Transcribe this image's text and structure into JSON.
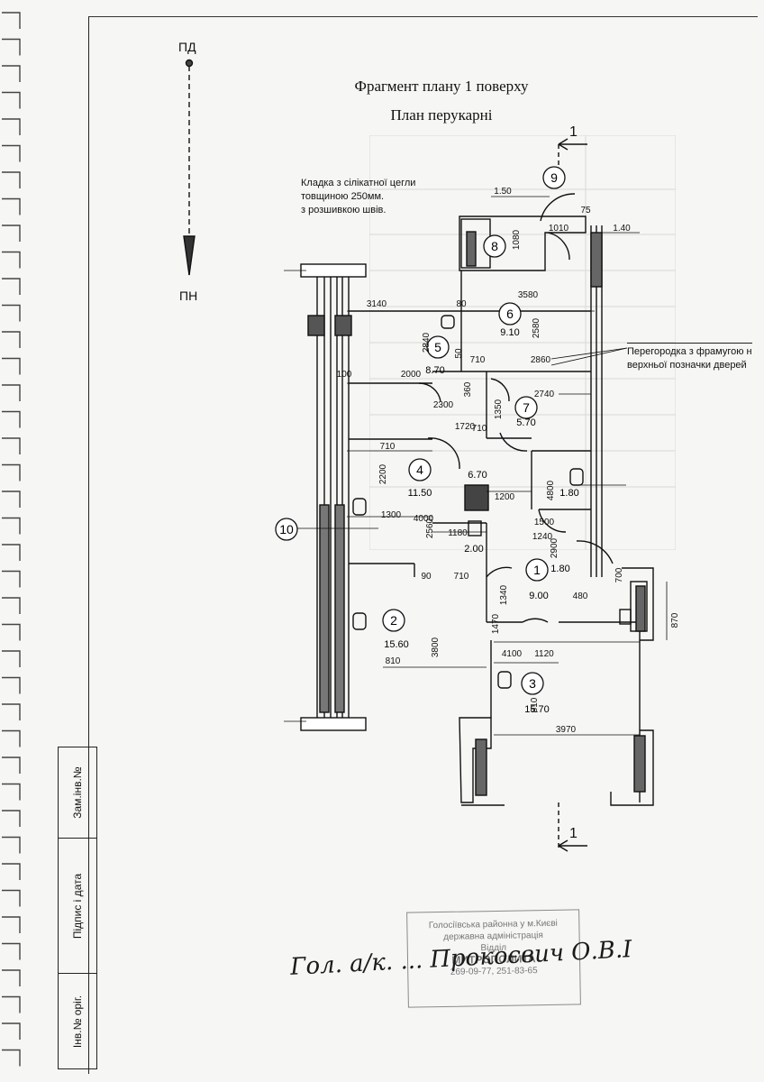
{
  "title": "Фрагмент плану 1 поверху",
  "subtitle": "План перукарні",
  "orientation": {
    "north_top": "ПД",
    "north_bottom": "ПН"
  },
  "wall_note": [
    "Кладка з сілікатної цегли",
    "товщиною 250мм.",
    "з розшивкою швів."
  ],
  "partition_note": [
    "Перегородка з фрамугою н",
    "верхньої позначки дверей"
  ],
  "section_mark": "1",
  "rooms": [
    {
      "num": "1",
      "area": "9.00"
    },
    {
      "num": "2",
      "area": "15.60"
    },
    {
      "num": "3",
      "area": "15.70"
    },
    {
      "num": "4",
      "area": "11.50"
    },
    {
      "num": "5",
      "area": "8.70"
    },
    {
      "num": "6",
      "area": "9.10"
    },
    {
      "num": "7",
      "area": "5.70"
    },
    {
      "num": "8",
      "area": ""
    },
    {
      "num": "9",
      "area": ""
    },
    {
      "num": "10",
      "area": "1.80"
    }
  ],
  "extra_areas": [
    "6.70",
    "2.00",
    "1.80"
  ],
  "dimensions": [
    "1.50",
    "1010",
    "75",
    "1.40",
    "1080",
    "3140",
    "80",
    "3580",
    "2840",
    "2580",
    "50",
    "710",
    "2860",
    "100",
    "2000",
    "360",
    "1350",
    "2740",
    "2300",
    "710",
    "1720",
    "710",
    "2200",
    "4800",
    "1200",
    "1300",
    "2560",
    "1180",
    "2900",
    "1500",
    "1240",
    "90",
    "710",
    "1340",
    "700",
    "480",
    "870",
    "1470",
    "810",
    "3800",
    "4100",
    "1120",
    "810",
    "3970",
    "4000"
  ],
  "stamp": {
    "inv_orig": "Інв.№ оріг.",
    "sign_date": "Підпис і дата",
    "zam_inv": "Зам.інв.№"
  },
  "seal_lines": [
    "Голосіївська районна у м.Києві",
    "державна адміністрація",
    "Відділ",
    "МИТРОПОЛИТА",
    "269-09-77, 251-83-65"
  ],
  "signature": "Гол. а/к. ... Прокоєвич О.В.І"
}
